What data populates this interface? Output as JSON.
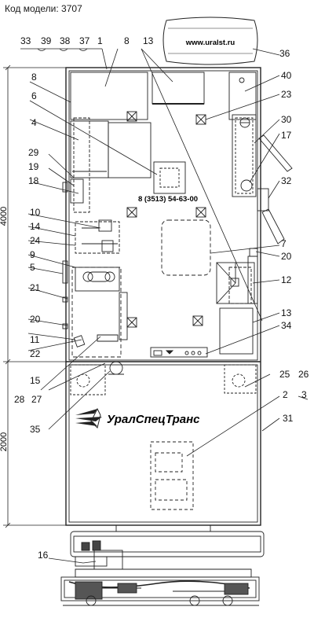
{
  "header": {
    "model_label": "Код модели: 3707"
  },
  "brand": {
    "website": "www.uralst.ru",
    "phone": "8 (3513) 54-63-00",
    "logo_text": "УралСпецТранс"
  },
  "dimensions": {
    "upper_length": "4000",
    "lower_length": "2000"
  },
  "callouts": {
    "c1": "1",
    "c2": "2",
    "c3": "3",
    "c4": "4",
    "c5": "5",
    "c6": "6",
    "c7": "7",
    "c8": "8",
    "c9": "9",
    "c10": "10",
    "c11": "11",
    "c12": "12",
    "c13": "13",
    "c14": "14",
    "c15": "15",
    "c16": "16",
    "c17": "17",
    "c18": "18",
    "c19": "19",
    "c20": "20",
    "c21": "21",
    "c22": "22",
    "c23": "23",
    "c24": "24",
    "c25": "25",
    "c26": "26",
    "c27": "27",
    "c28": "28",
    "c29": "29",
    "c30": "30",
    "c31": "31",
    "c32": "32",
    "c33": "33",
    "c34": "34",
    "c35": "35",
    "c36": "36",
    "c37": "37",
    "c38": "38",
    "c39": "39",
    "c40": "40"
  }
}
